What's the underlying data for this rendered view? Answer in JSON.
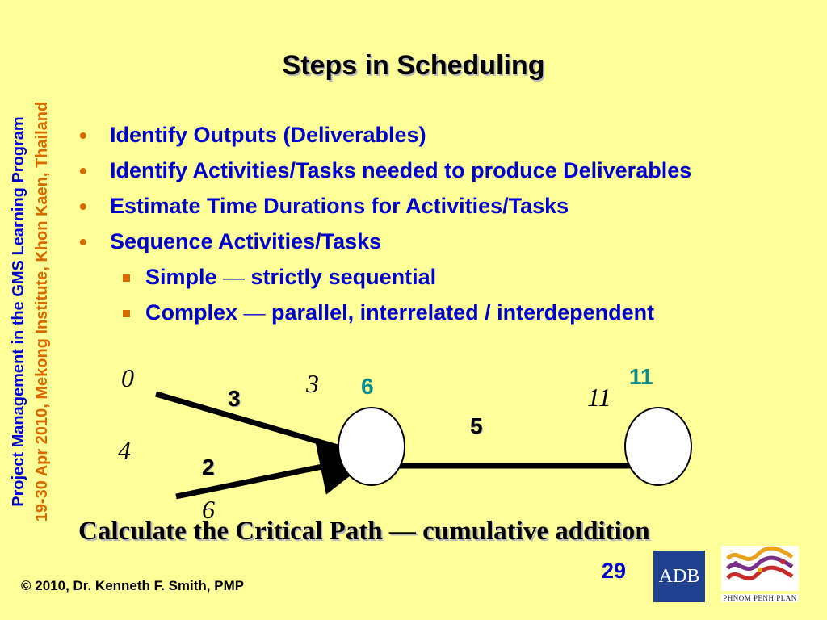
{
  "slide": {
    "title": "Steps in Scheduling",
    "side_line1": "Project Management in the GMS Learning Program",
    "side_line2_date": "19-30 Apr 2010, ",
    "side_line2_place": "Mekong Institute, Khon Kaen, Thailand",
    "bullets": [
      "Identify Outputs (Deliverables)",
      "Identify Activities/Tasks needed to produce Deliverables",
      "Estimate Time Durations for Activities/Tasks",
      "Sequence Activities/Tasks"
    ],
    "sub_bullets": [
      {
        "head": "Simple ",
        "dash": "—",
        "tail": " strictly sequential"
      },
      {
        "head": "Complex ",
        "dash": "—",
        "tail": " parallel, interrelated / interdependent"
      }
    ],
    "network": {
      "start_top": "0",
      "start_bottom": "4",
      "dur_top": "3",
      "dur_bottom": "2",
      "end_top": "3",
      "end_bottom": "6",
      "node1_value": "6",
      "dur_middle": "5",
      "node2_arrival": "11",
      "node2_value": "11"
    },
    "calc_text": "Calculate the Critical Path — cumulative addition",
    "page_number": "29",
    "copyright": "© 2010, Dr. Kenneth F. Smith, PMP",
    "logos": {
      "adb": "ADB",
      "ppp": "PHNOM PENH PLAN"
    },
    "colors": {
      "background": "#ffff99",
      "text_blue": "#0000cc",
      "accent_orange": "#d96a00",
      "teal": "#0a8c8c",
      "adb_blue": "#1f3f8f"
    }
  }
}
